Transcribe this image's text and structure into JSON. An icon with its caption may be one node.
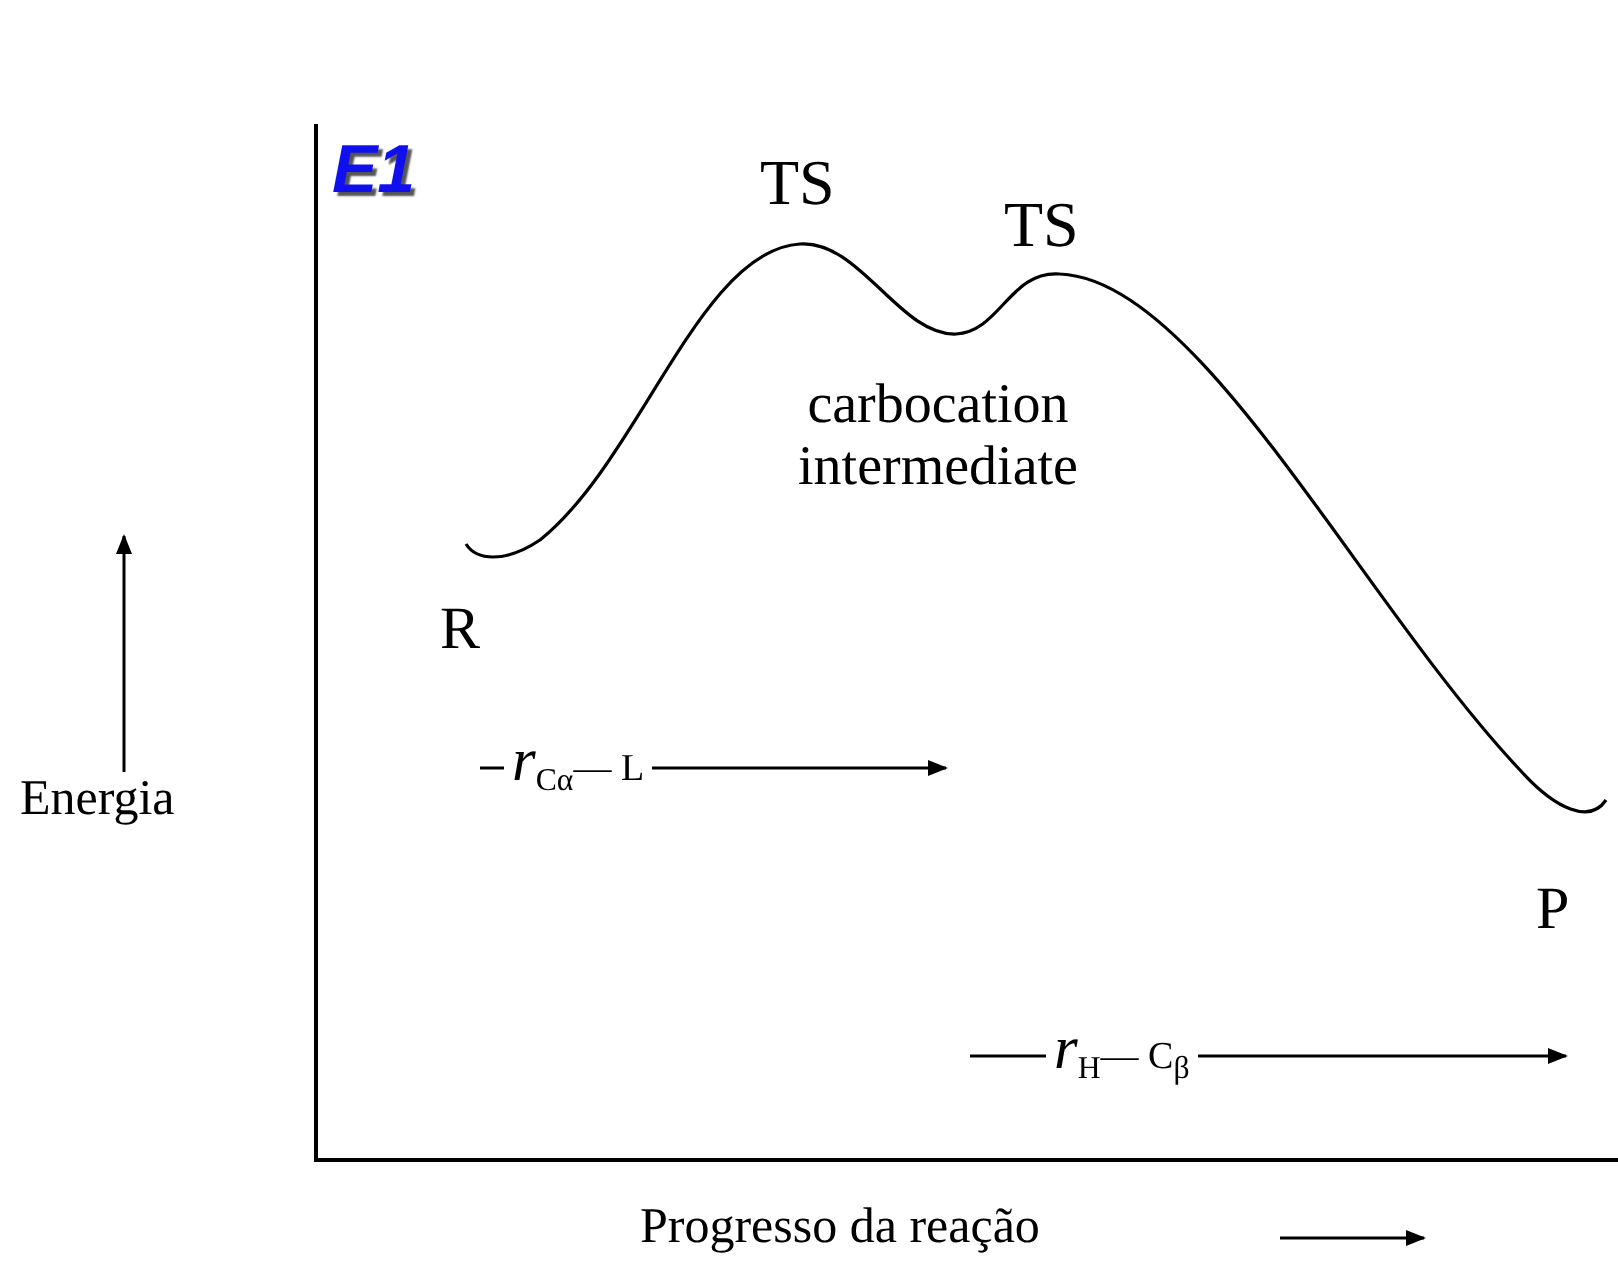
{
  "diagram": {
    "title": "E1",
    "labels": [
      "TS",
      "TS",
      "carbocation intermediate",
      "R",
      "*r*$_{Cα}$— L",
      "P",
      "*r*$_{H}$— C$_{β}$",
      "Energia",
      "Progresso da reação"
    ]
  }
}
